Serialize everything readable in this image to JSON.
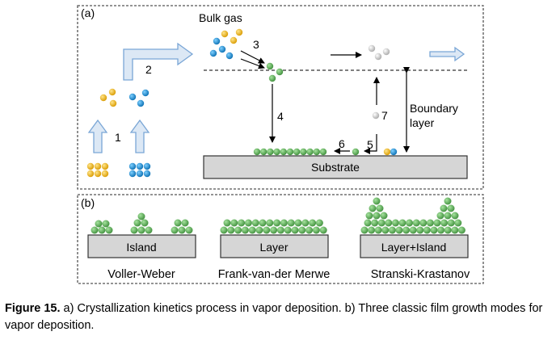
{
  "figure": {
    "panel_a": {
      "label": "(a)",
      "bulk_gas": "Bulk gas",
      "boundary_layer_line1": "Boundary",
      "boundary_layer_line2": "layer",
      "substrate": "Substrate",
      "steps": [
        "1",
        "2",
        "3",
        "4",
        "5",
        "6",
        "7"
      ]
    },
    "panel_b": {
      "label": "(b)",
      "modes": [
        {
          "box_label": "Island",
          "name": "Voller-Weber"
        },
        {
          "box_label": "Layer",
          "name": "Frank-van-der Merwe"
        },
        {
          "box_label": "Layer+Island",
          "name": "Stranski-Krastanov"
        }
      ]
    },
    "colors": {
      "yellow_atom": "#e8b10a",
      "blue_atom": "#1a8fd6",
      "green_atom": "#5cae5a",
      "gray_atom": "#c8c8c8",
      "substrate_fill": "#d6d6d6",
      "outline_arrow_fill": "#dce8f5",
      "outline_arrow_stroke": "#7aa6d6"
    }
  },
  "caption": {
    "label": "Figure 15.",
    "text": " a) Crystallization kinetics process in vapor deposition. b) Three classic film growth modes for vapor deposition."
  }
}
